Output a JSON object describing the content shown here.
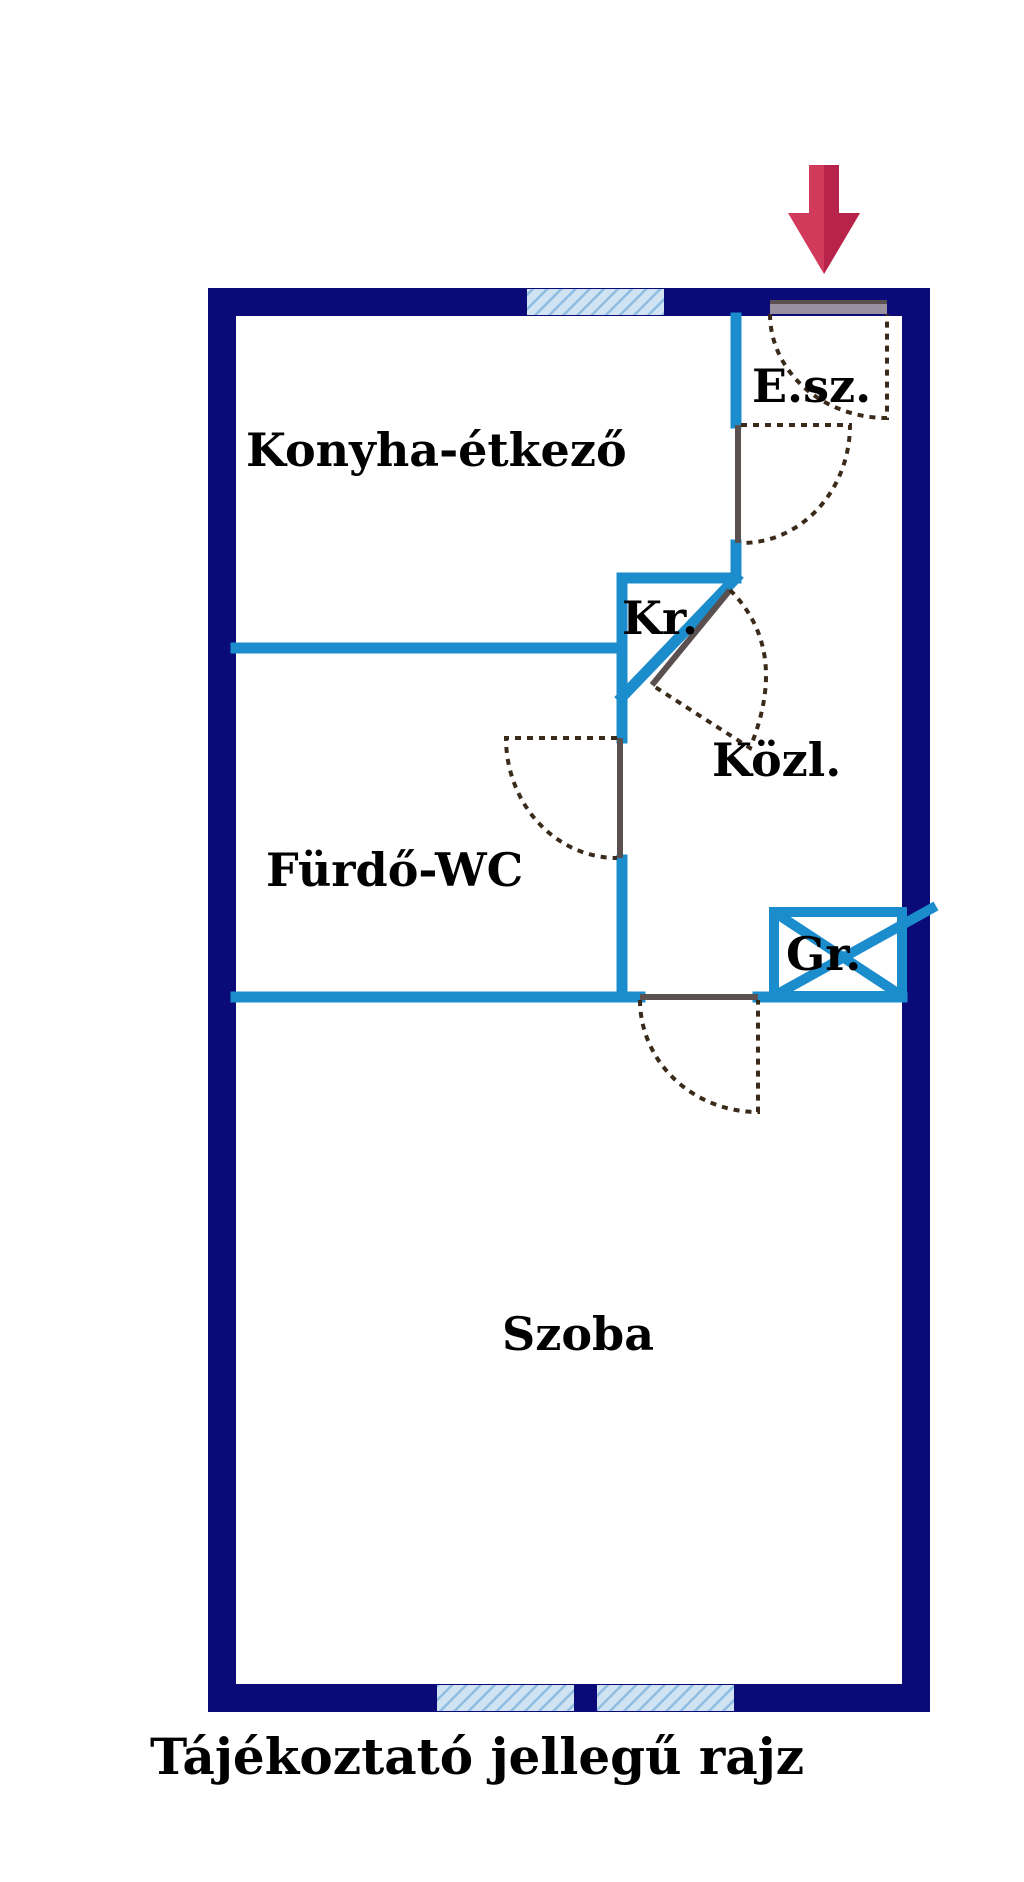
{
  "colors": {
    "outer_wall": "#0a0a78",
    "inner_wall": "#1b8ccc",
    "window": "#a9cde8",
    "door_leaf": "#5a5050",
    "door_swing": "#3a2a1a",
    "entrance_arrow": "#d23a5c",
    "text": "#000000"
  },
  "icons": {
    "entrance": "entrance-arrow-icon",
    "shaft": "shaft-cross-icon"
  },
  "rooms": {
    "kitchen": "Konyha-étkező",
    "entry": "E.sz.",
    "pantry": "Kr.",
    "hallway": "Közl.",
    "bathroom": "Fürdő-WC",
    "shaft": "Gr.",
    "room": "Szoba"
  },
  "caption": "Tájékoztató jellegű rajz"
}
